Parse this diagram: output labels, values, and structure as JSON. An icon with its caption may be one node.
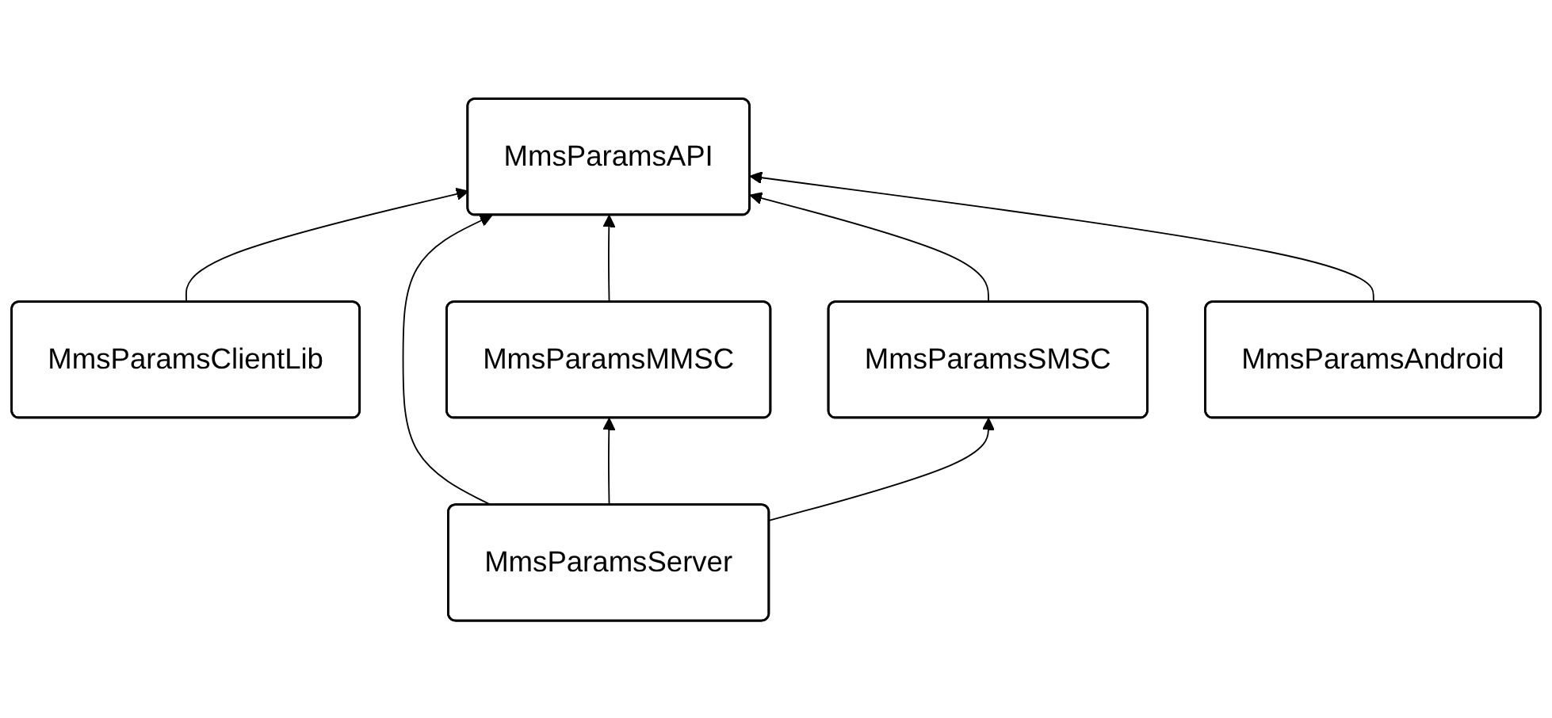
{
  "diagram": {
    "nodes": [
      {
        "text": [
          "MmsParamsAPI"
        ]
      },
      {
        "text": [
          "MmsParamsMMSC"
        ]
      },
      {
        "text": [
          "MmsParamsSMSC"
        ]
      },
      {
        "text": [
          "MmsParamsClientLib"
        ]
      },
      {
        "text": [
          "MmsParamsServer"
        ]
      },
      {
        "text": [
          "MmsParamsAndroid"
        ]
      }
    ],
    "edges": [
      {
        "from": 3,
        "to": 0,
        "arrow": "to"
      },
      {
        "from": 4,
        "to": 0,
        "arrow": "to"
      },
      {
        "from": 1,
        "to": 0,
        "arrow": "to"
      },
      {
        "from": 2,
        "to": 0,
        "arrow": "to"
      },
      {
        "from": 5,
        "to": 0,
        "arrow": "to"
      },
      {
        "from": 4,
        "to": 1,
        "arrow": "to"
      },
      {
        "from": 4,
        "to": 2,
        "arrow": "to"
      }
    ]
  }
}
